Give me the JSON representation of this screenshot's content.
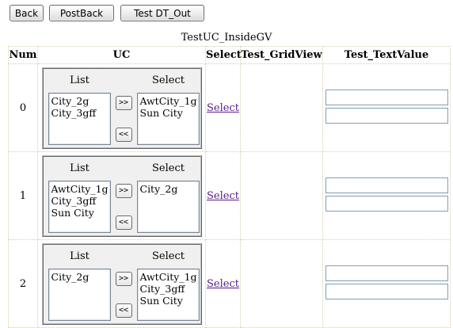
{
  "toolbar": {
    "back_label": "Back",
    "postback_label": "PostBack",
    "test_dt_out_label": "Test DT_Out"
  },
  "grid": {
    "caption": "TestUC_InsideGV",
    "headers": {
      "num": "Num",
      "uc": "UC",
      "select": "Select",
      "test_gridview": "Test_GridView",
      "test_textvalue": "Test_TextValue"
    },
    "rows": [
      {
        "num": "0",
        "list_label": "List",
        "select_label": "Select",
        "list_items": [
          "City_2g",
          "City_3gff"
        ],
        "selected_items": [
          "AwtCity_1g",
          "Sun City"
        ],
        "add_label": ">>",
        "remove_label": "<<",
        "select_link": "Select",
        "text1": "",
        "text2": ""
      },
      {
        "num": "1",
        "list_label": "List",
        "select_label": "Select",
        "list_items": [
          "AwtCity_1g",
          "City_3gff",
          "Sun City"
        ],
        "selected_items": [
          "City_2g"
        ],
        "add_label": ">>",
        "remove_label": "<<",
        "select_link": "Select",
        "text1": "",
        "text2": ""
      },
      {
        "num": "2",
        "list_label": "List",
        "select_label": "Select",
        "list_items": [
          "City_2g"
        ],
        "selected_items": [
          "AwtCity_1g",
          "City_3gff",
          "Sun City"
        ],
        "add_label": ">>",
        "remove_label": "<<",
        "select_link": "Select",
        "text1": "",
        "text2": ""
      }
    ]
  }
}
